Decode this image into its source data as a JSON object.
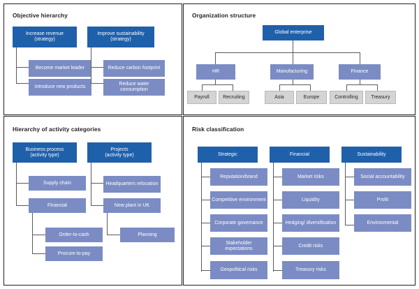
{
  "figure": {
    "type": "hierarchy-diagram-grid",
    "panel_count": 4,
    "colors": {
      "root_node": "#1f60ab",
      "child_node": "#7b8cc4",
      "leaf_node": "#d4d4d4",
      "connector": "#5a5a5a",
      "border": "#231f20",
      "background": "#ffffff",
      "root_text": "#ffffff",
      "leaf_text": "#231f20"
    }
  },
  "panels": [
    {
      "id": "objective-hierarchy",
      "title": "Objective hierarchy",
      "trees": [
        {
          "root": "Increase revenue\n(strategy)",
          "root_lines": [
            "Increase revenue",
            "(strategy)"
          ],
          "children": [
            "Become market leader",
            "Introduce new products"
          ]
        },
        {
          "root": "Improve sustainability\n(strategy)",
          "root_lines": [
            "Improve sustainability",
            "(strategy)"
          ],
          "children": [
            "Reduce carbon footprint",
            "Reduce water consumption"
          ]
        }
      ]
    },
    {
      "id": "organization-structure",
      "title": "Organization structure",
      "root": "Global enterprise",
      "divisions": [
        {
          "name": "HR",
          "units": [
            "Payroll",
            "Recruiting"
          ]
        },
        {
          "name": "Manufacturing",
          "units": [
            "Asia",
            "Europe"
          ]
        },
        {
          "name": "Finance",
          "units": [
            "Controlling",
            "Treasury"
          ]
        }
      ]
    },
    {
      "id": "hierarchy-of-activity-categories",
      "title": "Hierarchy of activity categories",
      "trees": [
        {
          "root": "Business process\n(activity type)",
          "root_lines": [
            "Business process",
            "(activity type)"
          ],
          "children": [
            {
              "label": "Supply chain",
              "children": []
            },
            {
              "label": "Financial",
              "children": [
                "Order-to-cash",
                "Procure-to-pay"
              ]
            }
          ]
        },
        {
          "root": "Projects\n(activity type)",
          "root_lines": [
            "Projects",
            "(activity type)"
          ],
          "children": [
            {
              "label": "Headquarters relocation",
              "children": []
            },
            {
              "label": "New plant in UK",
              "children": [
                "Planning"
              ]
            }
          ]
        }
      ]
    },
    {
      "id": "risk-classification",
      "title": "Risk classification",
      "categories": [
        {
          "name": "Strategic",
          "risks": [
            "Reputation/brand",
            "Competitive environment",
            "Corporate governance",
            "Stakeholder expectations",
            "Geopolitical risks"
          ]
        },
        {
          "name": "Financial",
          "risks": [
            "Market risks",
            "Liquidity",
            "Hedging/ diversification",
            "Credit risks",
            "Treasury risks"
          ]
        },
        {
          "name": "Sustainability",
          "risks": [
            "Social accountability",
            "Profit",
            "Environmental"
          ]
        }
      ]
    }
  ],
  "labels": {
    "p1_root1_l1": "Increase revenue",
    "p1_root1_l2": "(strategy)",
    "p1_root2_l1": "Improve sustainability",
    "p1_root2_l2": "(strategy)",
    "p1_c1": "Become market leader",
    "p1_c2": "Introduce new products",
    "p1_c3": "Reduce carbon footprint",
    "p1_c4": "Reduce water consumption",
    "p2_root": "Global enterprise",
    "p2_d1": "HR",
    "p2_d2": "Manufacturing",
    "p2_d3": "Finance",
    "p2_u1": "Payroll",
    "p2_u2": "Recruiting",
    "p2_u3": "Asia",
    "p2_u4": "Europe",
    "p2_u5": "Controlling",
    "p2_u6": "Treasury",
    "p3_root1_l1": "Business process",
    "p3_root1_l2": "(activity type)",
    "p3_root2_l1": "Projects",
    "p3_root2_l2": "(activity type)",
    "p3_a1": "Supply chain",
    "p3_a2": "Financial",
    "p3_a3": "Order-to-cash",
    "p3_a4": "Procure-to-pay",
    "p3_b1": "Headquarters relocation",
    "p3_b2": "New plant in UK",
    "p3_b3": "Planning",
    "p4_h1": "Strategic",
    "p4_h2": "Financial",
    "p4_h3": "Sustainability",
    "p4_s1": "Reputation/brand",
    "p4_s2": "Competitive environment",
    "p4_s3": "Corporate governance",
    "p4_s4": "Stakeholder expectations",
    "p4_s5": "Geopolitical risks",
    "p4_f1": "Market risks",
    "p4_f2": "Liquidity",
    "p4_f3": "Hedging/ diversification",
    "p4_f4": "Credit risks",
    "p4_f5": "Treasury risks",
    "p4_g1": "Social accountability",
    "p4_g2": "Profit",
    "p4_g3": "Environmental"
  }
}
